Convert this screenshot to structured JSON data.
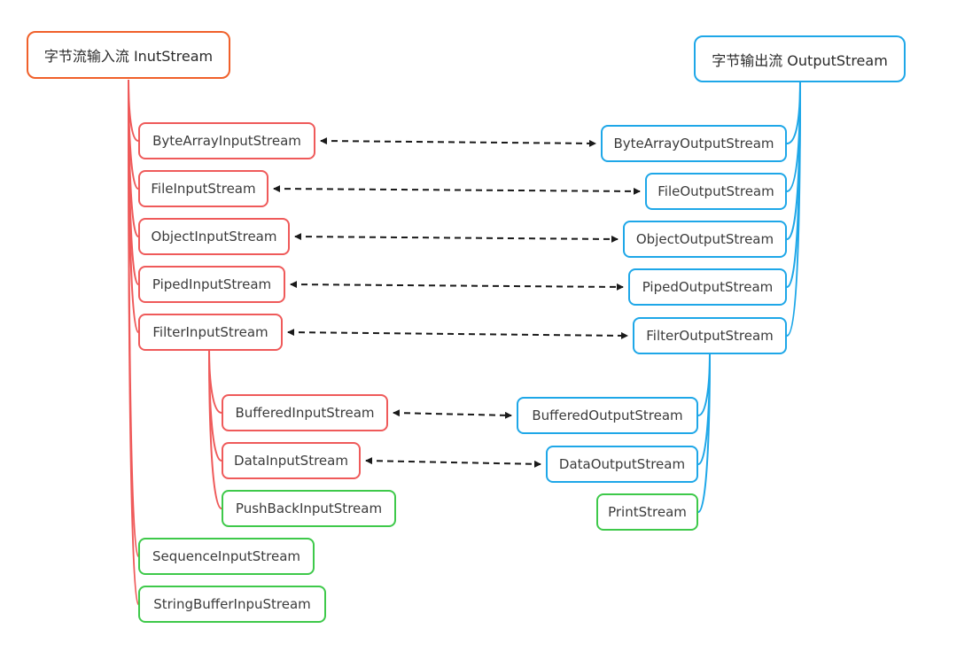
{
  "input_root": {
    "label": "字节流输入流 InutStream"
  },
  "output_root": {
    "label": "字节输出流 OutputStream"
  },
  "input_nodes": [
    {
      "label": "ByteArrayInputStream"
    },
    {
      "label": "FileInputStream"
    },
    {
      "label": "ObjectInputStream"
    },
    {
      "label": "PipedInputStream"
    },
    {
      "label": "FilterInputStream"
    },
    {
      "label": "BufferedInputStream"
    },
    {
      "label": "DataInputStream"
    },
    {
      "label": "PushBackInputStream"
    },
    {
      "label": "SequenceInputStream"
    },
    {
      "label": "StringBufferInpuStream"
    }
  ],
  "output_nodes": [
    {
      "label": "ByteArrayOutputStream"
    },
    {
      "label": "FileOutputStream"
    },
    {
      "label": "ObjectOutputStream"
    },
    {
      "label": "PipedOutputStream"
    },
    {
      "label": "FilterOutputStream"
    },
    {
      "label": "BufferedOutputStream"
    },
    {
      "label": "DataOutputStream"
    },
    {
      "label": "PrintStream"
    }
  ],
  "colors": {
    "input_root_border": "#f0602a",
    "input_tree": "#ef5a5a",
    "output_tree": "#1ea7e8",
    "no_counterpart": "#3ec94a",
    "pair_arrow": "#1a1a1a"
  }
}
